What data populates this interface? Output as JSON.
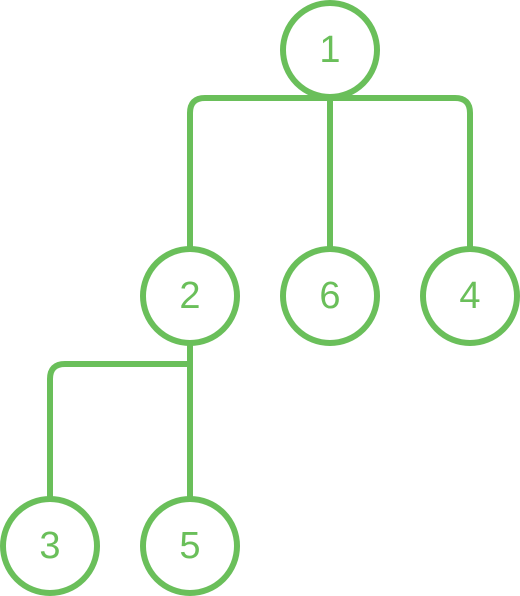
{
  "colors": {
    "stroke": "#6abf5a",
    "label": "#6abf5a",
    "background": "#ffffff"
  },
  "tree": {
    "root": "n1",
    "nodes": [
      {
        "id": "n1",
        "label": "1",
        "parent": null
      },
      {
        "id": "n2",
        "label": "2",
        "parent": "n1"
      },
      {
        "id": "n6",
        "label": "6",
        "parent": "n1"
      },
      {
        "id": "n4",
        "label": "4",
        "parent": "n1"
      },
      {
        "id": "n3",
        "label": "3",
        "parent": "n2"
      },
      {
        "id": "n5",
        "label": "5",
        "parent": "n2"
      }
    ]
  }
}
